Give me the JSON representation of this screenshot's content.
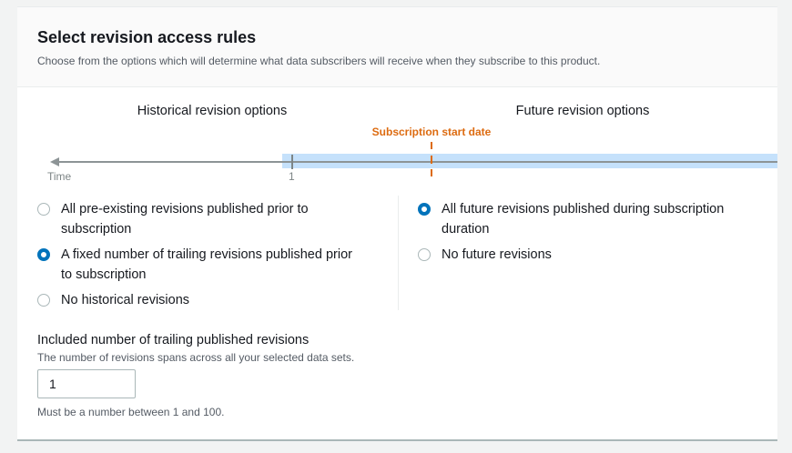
{
  "section": {
    "title": "Select revision access rules",
    "description": "Choose from the options which will determine what data subscribers will receive when they subscribe to this product."
  },
  "timeline": {
    "historical_heading": "Historical revision options",
    "future_heading": "Future revision options",
    "start_marker_label": "Subscription start date",
    "axis_label": "Time",
    "tick_label": "1",
    "colors": {
      "band": "#c5e1fb",
      "axis": "#8d9496",
      "start_marker": "#dd6b10"
    }
  },
  "historical_options": [
    {
      "label": "All pre-existing revisions published prior to subscription",
      "checked": false
    },
    {
      "label": "A fixed number of trailing revisions published prior to subscription",
      "checked": true
    },
    {
      "label": "No historical revisions",
      "checked": false
    }
  ],
  "future_options": [
    {
      "label": "All future revisions published during subscription duration",
      "checked": true
    },
    {
      "label": "No future revisions",
      "checked": false
    }
  ],
  "trailing_field": {
    "label": "Included number of trailing published revisions",
    "description": "The number of revisions spans across all your selected data sets.",
    "value": "1",
    "constraint": "Must be a number between 1 and 100."
  },
  "accent_color": "#0073bb"
}
